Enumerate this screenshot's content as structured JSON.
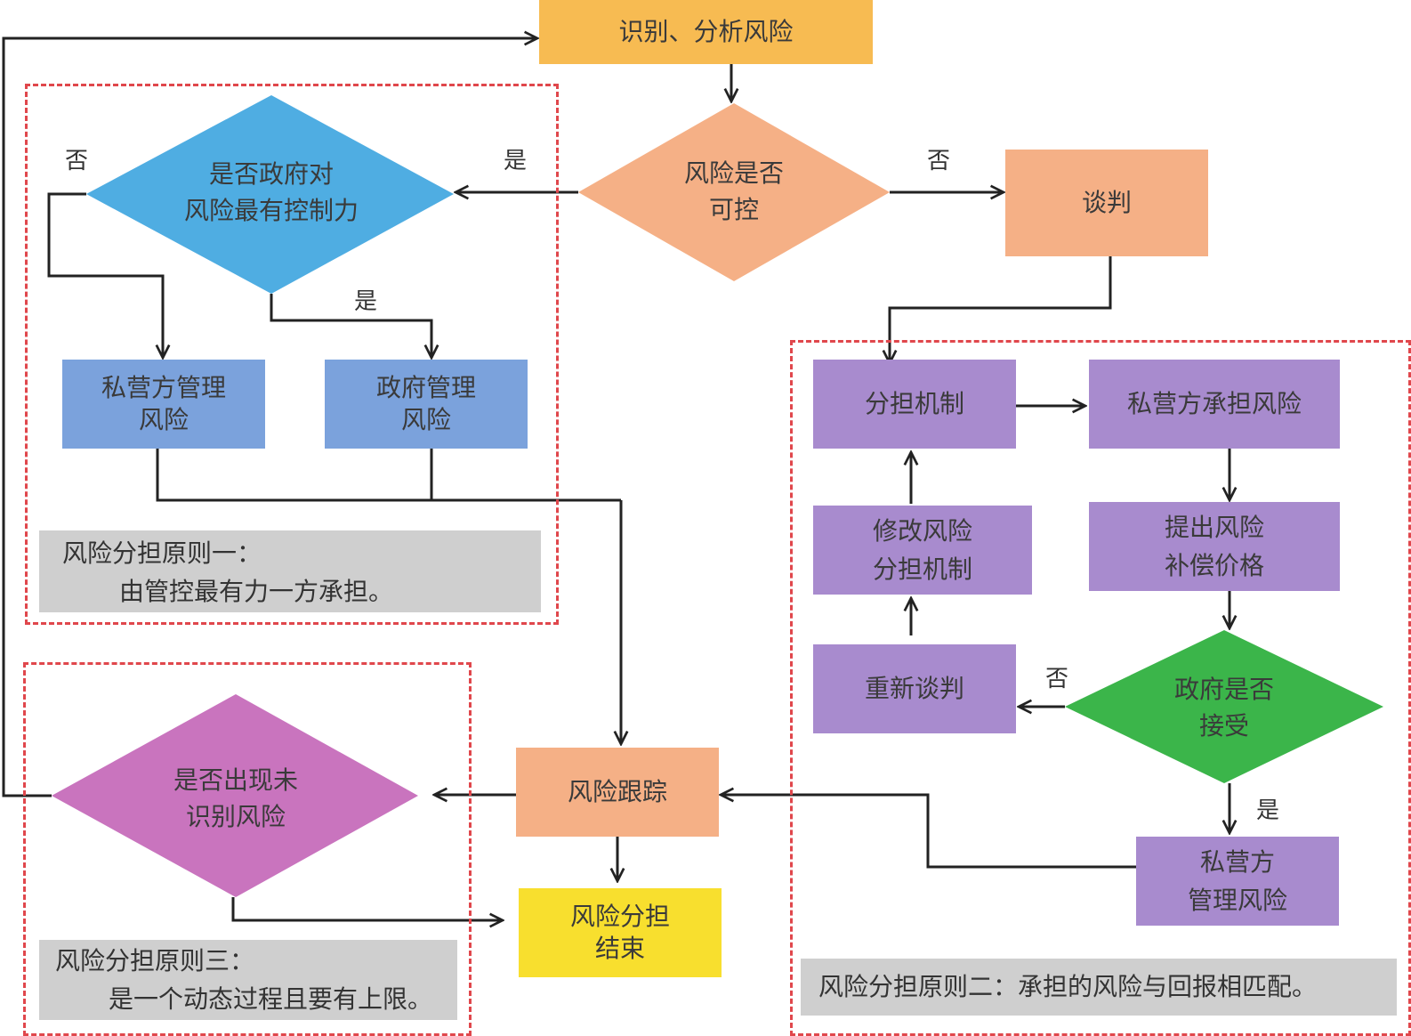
{
  "colors": {
    "orange_top": "#f7bb52",
    "salmon": "#f5b086",
    "blue_diamond": "#4fade2",
    "blue_box": "#7ba2dc",
    "purple": "#a88bce",
    "green": "#3bb54a",
    "magenta": "#c974be",
    "yellow": "#f8df2e",
    "note_gray": "#cfcfcf",
    "dashed_red": "#e0474c",
    "arrow": "#222222"
  },
  "nodes": {
    "identify": "识别、分析风险",
    "controllable": [
      "风险是否",
      "可控"
    ],
    "gov_control": [
      "是否政府对",
      "风险最有控制力"
    ],
    "negotiate": "谈判",
    "private_manage_1": [
      "私营方管理",
      "风险"
    ],
    "gov_manage": [
      "政府管理",
      "风险"
    ],
    "share_mechanism": "分担机制",
    "private_bear": "私营方承担风险",
    "modify_mechanism": [
      "修改风险",
      "分担机制"
    ],
    "propose_price": [
      "提出风险",
      "补偿价格"
    ],
    "renegotiate": "重新谈判",
    "gov_accept": [
      "政府是否",
      "接受"
    ],
    "tracking": "风险跟踪",
    "unidentified": [
      "是否出现未",
      "识别风险"
    ],
    "private_manage_2": [
      "私营方",
      "管理风险"
    ],
    "end": [
      "风险分担",
      "结束"
    ]
  },
  "notes": {
    "principle1": [
      "风险分担原则一：",
      "由管控最有力一方承担。"
    ],
    "principle2": "风险分担原则二：承担的风险与回报相匹配。",
    "principle3": [
      "风险分担原则三：",
      "是一个动态过程且要有上限。"
    ]
  },
  "edge_labels": {
    "yes": "是",
    "no": "否"
  }
}
